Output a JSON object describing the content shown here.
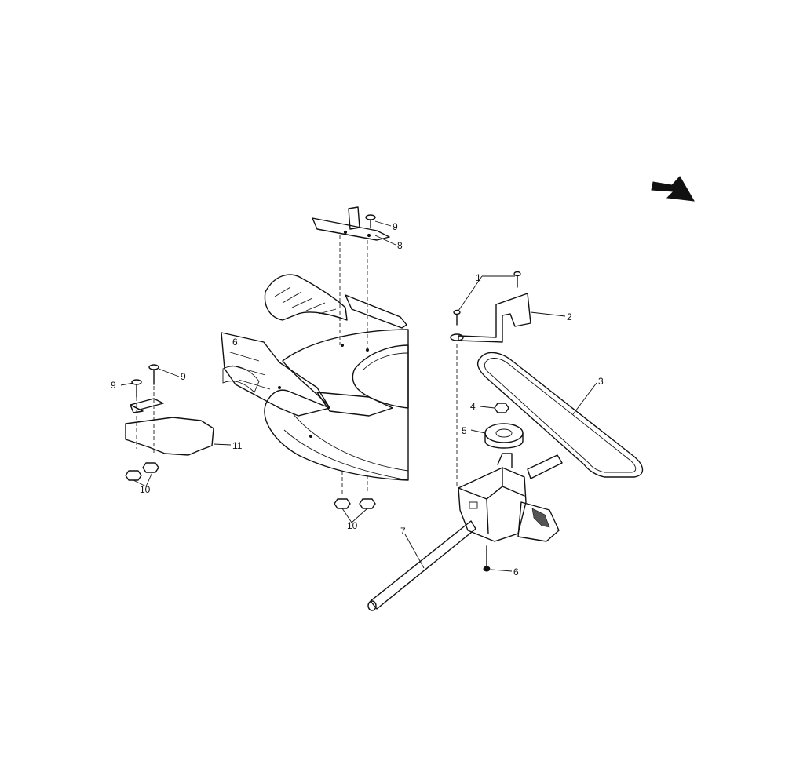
{
  "callouts": [
    {
      "id": "c1",
      "text": "1"
    },
    {
      "id": "c2",
      "text": "2"
    },
    {
      "id": "c3",
      "text": "3"
    },
    {
      "id": "c4",
      "text": "4"
    },
    {
      "id": "c5",
      "text": "5"
    },
    {
      "id": "c6",
      "text": "6"
    },
    {
      "id": "c7",
      "text": "7"
    },
    {
      "id": "c8",
      "text": "8"
    },
    {
      "id": "c9a",
      "text": "9"
    },
    {
      "id": "c9b",
      "text": "9"
    },
    {
      "id": "c9c",
      "text": "9"
    },
    {
      "id": "c10a",
      "text": "10"
    },
    {
      "id": "c10b",
      "text": "10"
    },
    {
      "id": "c11",
      "text": "11"
    }
  ],
  "deck_marking": "6",
  "colors": {
    "ink": "#111111",
    "background": "#ffffff"
  },
  "icons": {
    "direction": "arrow-southeast-icon"
  }
}
